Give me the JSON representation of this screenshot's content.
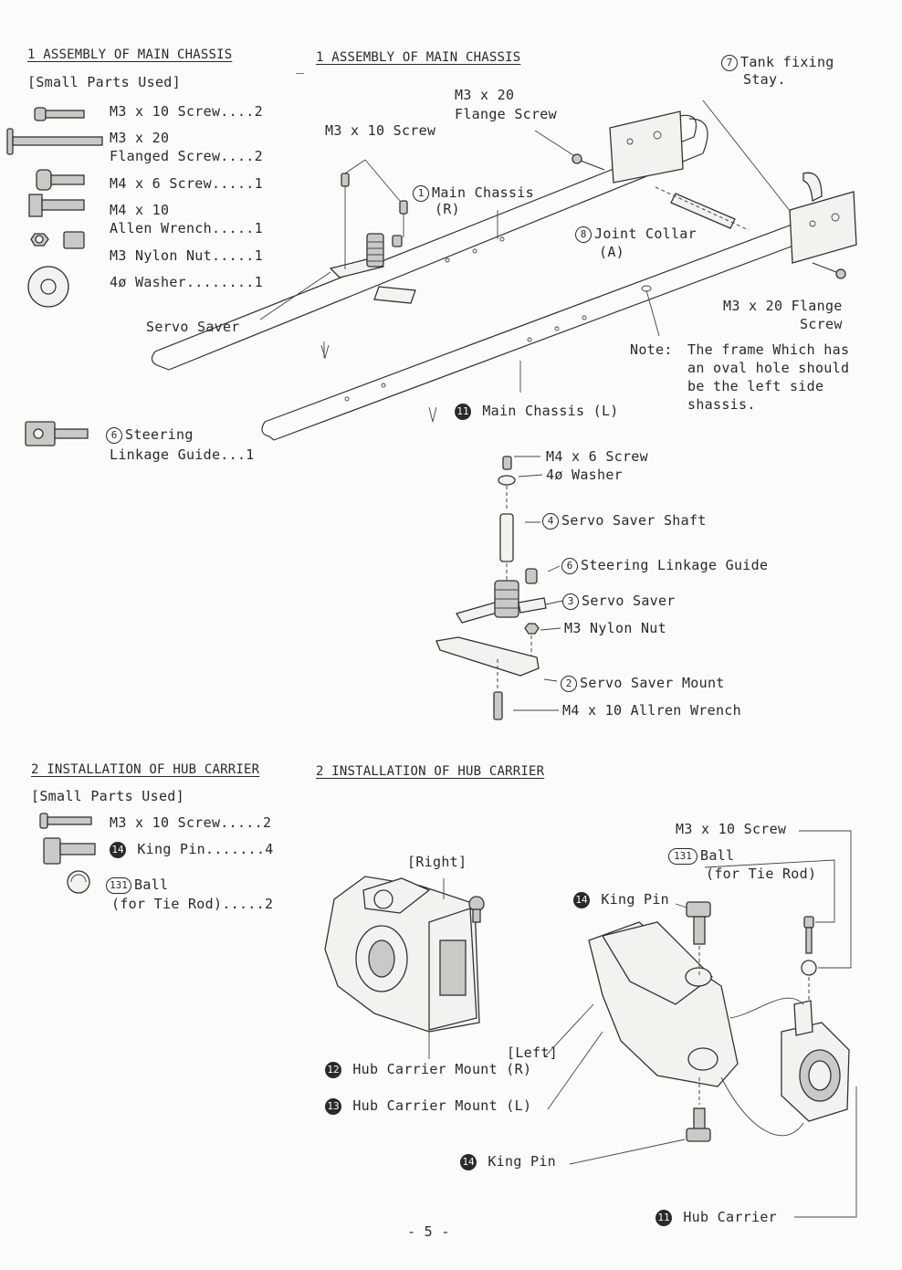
{
  "section1": {
    "heading_left": "1 ASSEMBLY OF MAIN CHASSIS",
    "heading_right": "1 ASSEMBLY OF MAIN CHASSIS",
    "small_parts_title": "[Small Parts Used]",
    "parts": [
      {
        "line1": "M3 x 10 Screw....2",
        "line2": ""
      },
      {
        "line1": "M3 x 20",
        "line2": "Flanged Screw....2"
      },
      {
        "line1": "M4 x 6 Screw.....1",
        "line2": ""
      },
      {
        "line1": "M4 x 10",
        "line2": "Allen Wrench.....1"
      },
      {
        "line1": "M3 Nylon Nut.....1",
        "line2": ""
      },
      {
        "line1": "4ø Washer........1",
        "line2": ""
      }
    ],
    "steering_guide": {
      "number": "6",
      "line1": "Steering",
      "line2": "Linkage Guide...1"
    },
    "labels": {
      "tank_stay_number": "7",
      "tank_stay_1": "Tank fixing",
      "tank_stay_2": "Stay.",
      "flange_screw_top_1": "M3 x 20",
      "flange_screw_top_2": "Flange Screw",
      "m3x10_screw": "M3 x 10 Screw",
      "main_chassis_r_number": "1",
      "main_chassis_r_1": "Main Chassis",
      "main_chassis_r_2": "(R)",
      "joint_collar_number": "8",
      "joint_collar_1": "Joint Collar",
      "joint_collar_2": "(A)",
      "flange_screw_right_1": "M3 x 20 Flange",
      "flange_screw_right_2": "Screw",
      "note_label": "Note:",
      "note_1": "The frame Which has",
      "note_2": "an oval hole should",
      "note_3": "be the left side",
      "note_4": "shassis.",
      "servo_saver": "Servo Saver",
      "main_chassis_l_number": "11",
      "main_chassis_l": "Main Chassis (L)"
    },
    "exploded": {
      "m4x6_screw": "M4 x 6 Screw",
      "washer": "4ø Washer",
      "shaft_number": "4",
      "shaft": "Servo Saver Shaft",
      "guide_number": "6",
      "guide": "Steering Linkage Guide",
      "saver_number": "3",
      "saver": "Servo Saver",
      "nut": "M3 Nylon Nut",
      "mount_number": "2",
      "mount": "Servo Saver Mount",
      "m4x10": "M4 x 10 Allren Wrench"
    }
  },
  "section2": {
    "heading_left": "2 INSTALLATION OF HUB CARRIER",
    "heading_right": "2 INSTALLATION OF HUB CARRIER",
    "small_parts_title": "[Small Parts Used]",
    "parts": [
      {
        "number": "",
        "label": "M3 x 10 Screw.....2",
        "line2": ""
      },
      {
        "number": "14",
        "label": "King Pin.......4",
        "line2": ""
      },
      {
        "number": "131",
        "label": "Ball",
        "line2": "(for Tie Rod).....2"
      }
    ],
    "labels": {
      "right": "[Right]",
      "left": "[Left]",
      "m3x10_screw": "M3 x 10 Screw",
      "ball_number": "131",
      "ball_1": "Ball",
      "ball_2": "(for Tie Rod)",
      "king_pin_top_number": "14",
      "king_pin_top": "King Pin",
      "hub_mount_r_number": "12",
      "hub_mount_r": "Hub Carrier Mount (R)",
      "hub_mount_l_number": "13",
      "hub_mount_l": "Hub Carrier Mount (L)",
      "king_pin_bottom_number": "14",
      "king_pin_bottom": "King Pin",
      "hub_carrier_number": "11",
      "hub_carrier": "Hub Carrier"
    }
  },
  "page_number": "- 5 -"
}
